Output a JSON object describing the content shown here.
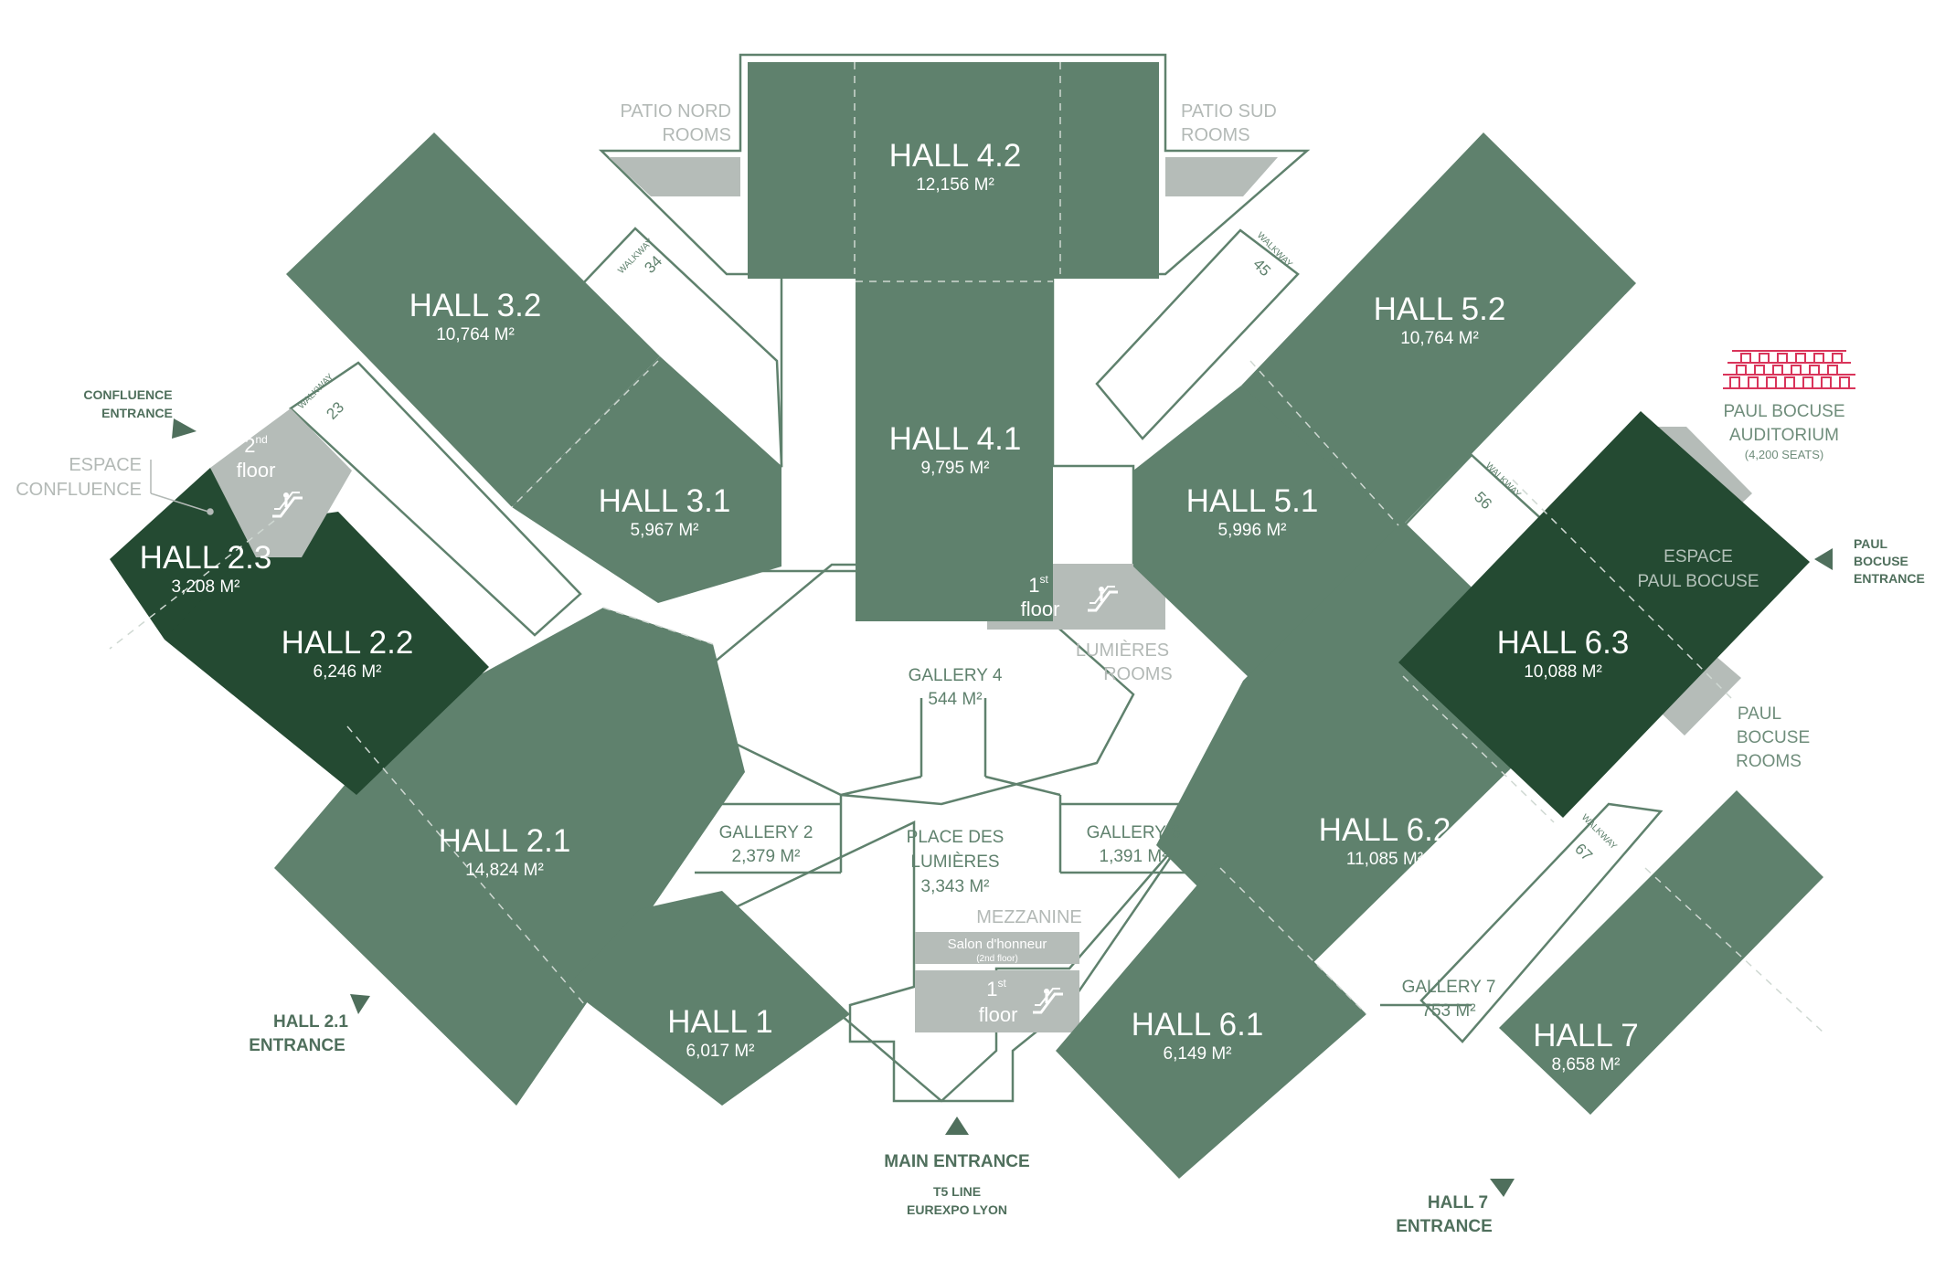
{
  "colors": {
    "hall": "#5f816d",
    "hall_dark": "#244a32",
    "outline": "#5f816d",
    "grey_room": "#b5bcb8",
    "auditorium": "#d9345a",
    "label_grey": "#b3b9b6"
  },
  "halls": {
    "h42": {
      "name": "HALL 4.2",
      "area": "12,156 M²"
    },
    "h41": {
      "name": "HALL 4.1",
      "area": "9,795 M²"
    },
    "h32": {
      "name": "HALL 3.2",
      "area": "10,764 M²"
    },
    "h31": {
      "name": "HALL 3.1",
      "area": "5,967 M²"
    },
    "h52": {
      "name": "HALL 5.2",
      "area": "10,764 M²"
    },
    "h51": {
      "name": "HALL 5.1",
      "area": "5,996 M²"
    },
    "h23": {
      "name": "HALL 2.3",
      "area": "3,208 M²"
    },
    "h22": {
      "name": "HALL 2.2",
      "area": "6,246 M²"
    },
    "h21": {
      "name": "HALL 2.1",
      "area": "14,824 M²"
    },
    "h1": {
      "name": "HALL 1",
      "area": "6,017 M²"
    },
    "h63": {
      "name": "HALL 6.3",
      "area": "10,088 M²"
    },
    "h62": {
      "name": "HALL 6.2",
      "area": "11,085 M²"
    },
    "h61": {
      "name": "HALL 6.1",
      "area": "6,149 M²"
    },
    "h7": {
      "name": "HALL 7",
      "area": "8,658 M²"
    }
  },
  "galleries": {
    "g4": {
      "name": "GALLERY 4",
      "area": "544 M²"
    },
    "g2": {
      "name": "GALLERY 2",
      "area": "2,379 M²"
    },
    "g6": {
      "name": "GALLERY 6",
      "area": "1,391 M²"
    },
    "g7": {
      "name": "GALLERY 7",
      "area": "753 M²"
    },
    "place": {
      "line1": "PLACE DES",
      "line2": "LUMIÈRES",
      "area": "3,343 M²"
    }
  },
  "rooms": {
    "patio_nord": {
      "line1": "PATIO NORD",
      "line2": "ROOMS"
    },
    "patio_sud": {
      "line1": "PATIO SUD",
      "line2": "ROOMS"
    },
    "lumieres": {
      "line1": "LUMIÈRES",
      "line2": "ROOMS"
    },
    "espace_confluence": {
      "line1": "ESPACE",
      "line2": "CONFLUENCE"
    },
    "espace_bocuse": {
      "line1": "ESPACE",
      "line2": "PAUL BOCUSE"
    },
    "bocuse_rooms": {
      "line1": "PAUL",
      "line2": "BOCUSE",
      "line3": "ROOMS"
    },
    "auditorium": {
      "line1": "PAUL BOCUSE",
      "line2": "AUDITORIUM",
      "line3": "(4,200 SEATS)"
    },
    "mezzanine": "MEZZANINE",
    "salon": {
      "line1": "Salon d'honneur",
      "line2": "(2nd floor)"
    }
  },
  "floors": {
    "first": {
      "ordinal": "1",
      "sup": "st",
      "word": "floor"
    },
    "second": {
      "ordinal": "2",
      "sup": "nd",
      "word": "floor"
    }
  },
  "walkways": {
    "label": "WALKWAY",
    "w34": "34",
    "w45": "45",
    "w23": "23",
    "w56": "56",
    "w67": "67"
  },
  "entrances": {
    "main": {
      "line1": "MAIN ENTRANCE",
      "line2": "T5 LINE",
      "line3": "EUREXPO LYON"
    },
    "confluence": {
      "line1": "CONFLUENCE",
      "line2": "ENTRANCE"
    },
    "hall21": {
      "line1": "HALL 2.1",
      "line2": "ENTRANCE"
    },
    "hall7": {
      "line1": "HALL 7",
      "line2": "ENTRANCE"
    },
    "bocuse": {
      "line1": "PAUL",
      "line2": "BOCUSE",
      "line3": "ENTRANCE"
    }
  },
  "icons": [
    "escalator-icon",
    "entrance-arrow-icon",
    "auditorium-seats-icon"
  ]
}
